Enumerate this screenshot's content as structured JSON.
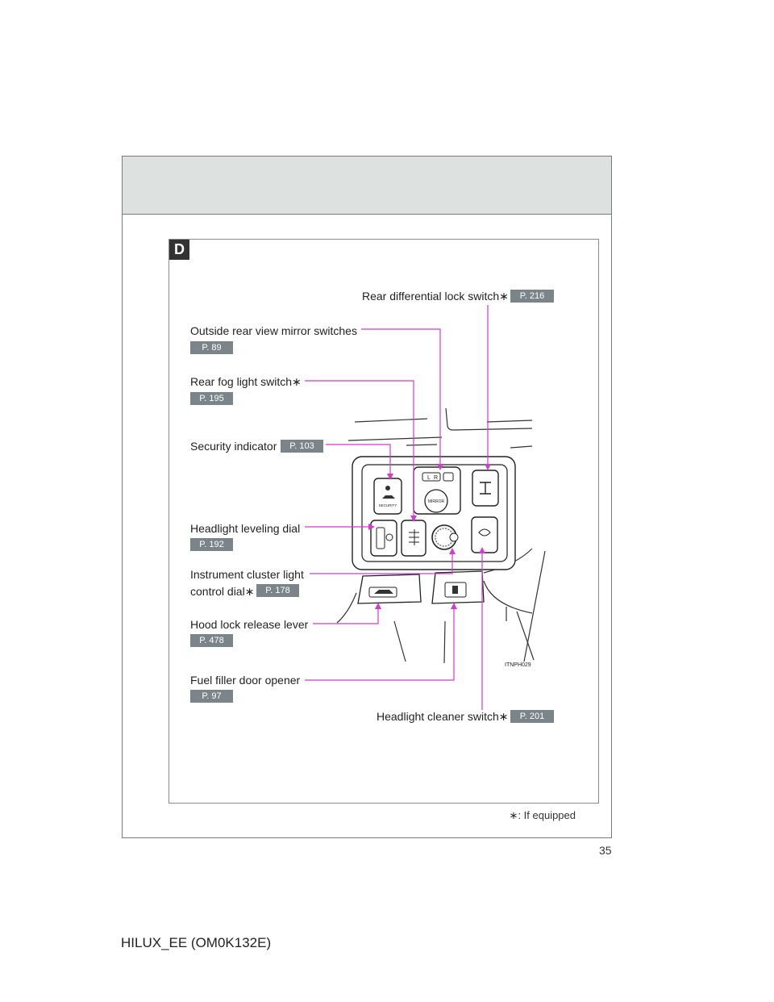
{
  "section": {
    "letter": "D"
  },
  "labels": {
    "rear_diff": {
      "text": "Rear differential lock switch∗",
      "page": "P. 216"
    },
    "mirror": {
      "text": "Outside rear view mirror switches",
      "page": "P. 89"
    },
    "rear_fog": {
      "text": "Rear fog light switch∗",
      "page": "P. 195"
    },
    "security": {
      "text": "Security indicator",
      "page": "P. 103"
    },
    "leveling": {
      "text": "Headlight leveling dial",
      "page": "P. 192"
    },
    "cluster_line1": "Instrument cluster light",
    "cluster_line2": {
      "text": "control dial∗",
      "page": "P. 178"
    },
    "hood": {
      "text": "Hood lock release lever",
      "page": "P. 478"
    },
    "fuel": {
      "text": "Fuel filler door opener",
      "page": "P. 97"
    },
    "cleaner": {
      "text": "Headlight cleaner switch∗",
      "page": "P. 201"
    }
  },
  "figure": {
    "code": "ITNPH029",
    "switch_labels": {
      "security": "SECURITY",
      "mirror": "MIRROR",
      "mirror_l": "L",
      "mirror_r": "R"
    },
    "callout_color": "#d23ad2"
  },
  "footnote": "∗: If equipped",
  "page_number": "35",
  "footer_code": "HILUX_EE (OM0K132E)"
}
